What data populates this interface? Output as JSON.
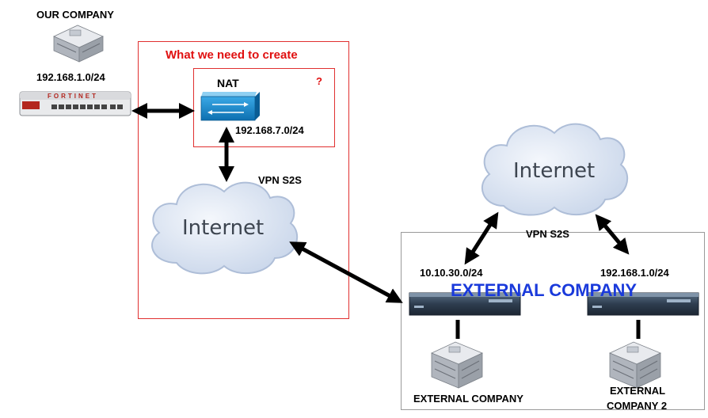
{
  "labels": {
    "our_company": "OUR COMPANY",
    "our_subnet": "192.168.1.0/24",
    "need_to_create": "What we need to create",
    "nat": "NAT",
    "question": "?",
    "nat_subnet": "192.168.7.0/24",
    "vpn_left": "VPN S2S",
    "vpn_right": "VPN S2S",
    "ext_subnet_1": "10.10.30.0/24",
    "ext_subnet_2": "192.168.1.0/24",
    "external_company_title": "EXTERNAL COMPANY",
    "external_company_1": "EXTERNAL COMPANY",
    "external_company_2_line1": "EXTERNAL",
    "external_company_2_line2": "COMPANY 2",
    "fortinet_brand": "FORTINET"
  },
  "clouds": {
    "left_text": "Internet",
    "right_text": "Internet"
  },
  "colors": {
    "red_box": "#e03030",
    "red_text": "#e01010",
    "blue_title": "#1a3adb",
    "cloud_fill": "#dde7f5",
    "cloud_stroke": "#b9c8e0",
    "router_blue": "#1a8fd0"
  },
  "icons": [
    "building-icon",
    "fortinet-firewall-icon",
    "nat-router-icon",
    "cloud-icon",
    "firewall-appliance-icon",
    "double-arrow-icon"
  ]
}
